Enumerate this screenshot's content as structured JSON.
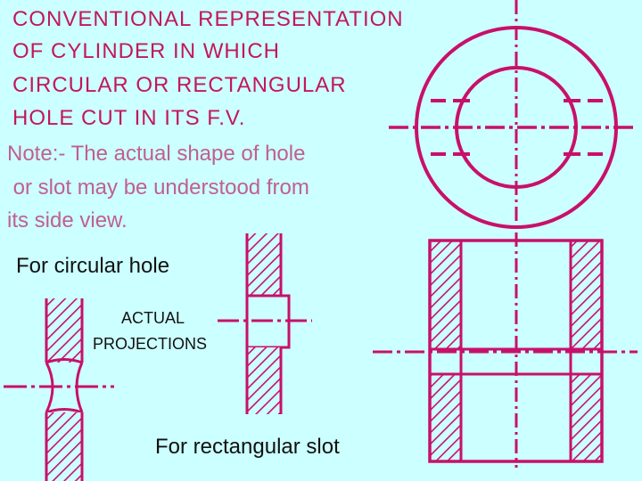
{
  "colors": {
    "background": "#ccffff",
    "drawing": "#c8106a",
    "title_text": "#c2185b",
    "note_text": "#c06090",
    "label_text": "#111111"
  },
  "title_lines": [
    "CONVENTIONAL REPRESENTATION",
    "OF CYLINDER IN WHICH",
    "CIRCULAR OR RECTANGULAR",
    "HOLE CUT IN ITS F.V."
  ],
  "note_lines": [
    "Note:- The actual shape of hole",
    " or slot may be understood from",
    "its side view."
  ],
  "labels": {
    "circular": "For circular hole",
    "actual_line1": "ACTUAL",
    "actual_line2": "PROJECTIONS",
    "rectangular": "For rectangular slot"
  }
}
